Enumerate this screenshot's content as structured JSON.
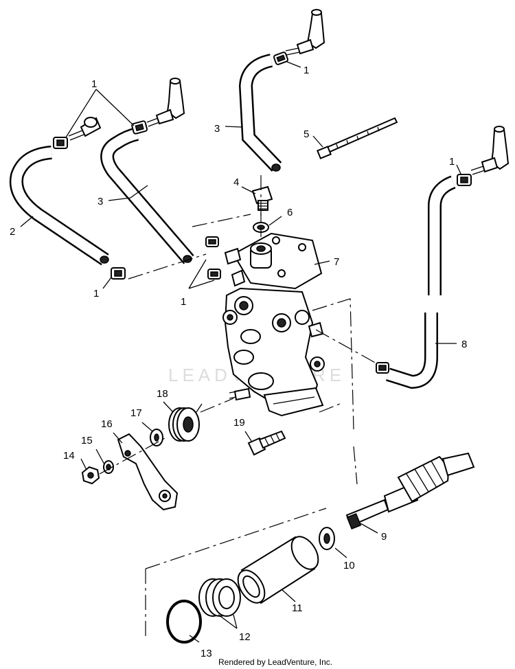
{
  "watermark": "LEADVENTURE",
  "footer": "Rendered by LeadVenture, Inc.",
  "callouts": {
    "c1_top": "1",
    "c1_left": "1",
    "c1_lower_left": "1",
    "c1_mid": "1",
    "c1_right": "1",
    "c2": "2",
    "c3_top": "3",
    "c3_left": "3",
    "c4": "4",
    "c5": "5",
    "c6": "6",
    "c7": "7",
    "c8": "8",
    "c9": "9",
    "c10": "10",
    "c11": "11",
    "c12": "12",
    "c13": "13",
    "c14": "14",
    "c15": "15",
    "c16": "16",
    "c17": "17",
    "c18": "18",
    "c19": "19"
  }
}
